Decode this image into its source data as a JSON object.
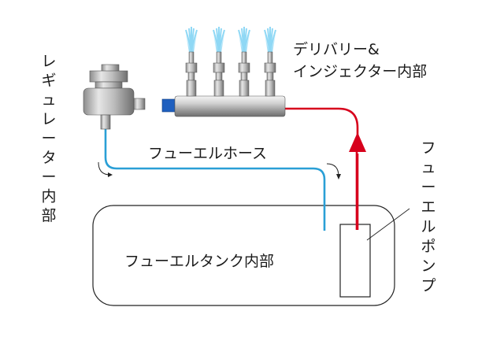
{
  "labels": {
    "delivery_line1": "デリバリー&",
    "delivery_line2": "インジェクター内部",
    "regulator_chars": [
      "レ",
      "ギ",
      "ュ",
      "レ",
      "ー",
      "タ",
      "ー",
      "内",
      "部"
    ],
    "fuel_hose": "フューエルホース",
    "tank": "フューエルタンク内部",
    "pump_chars": [
      "フ",
      "ュ",
      "ー",
      "エ",
      "ル",
      "ポ",
      "ン",
      "プ"
    ]
  },
  "colors": {
    "return_line": "#2a9fd6",
    "supply_line": "#d7001c",
    "spray": "#7fd3f3",
    "outline": "#222222",
    "connector": "#1e5fbf"
  }
}
